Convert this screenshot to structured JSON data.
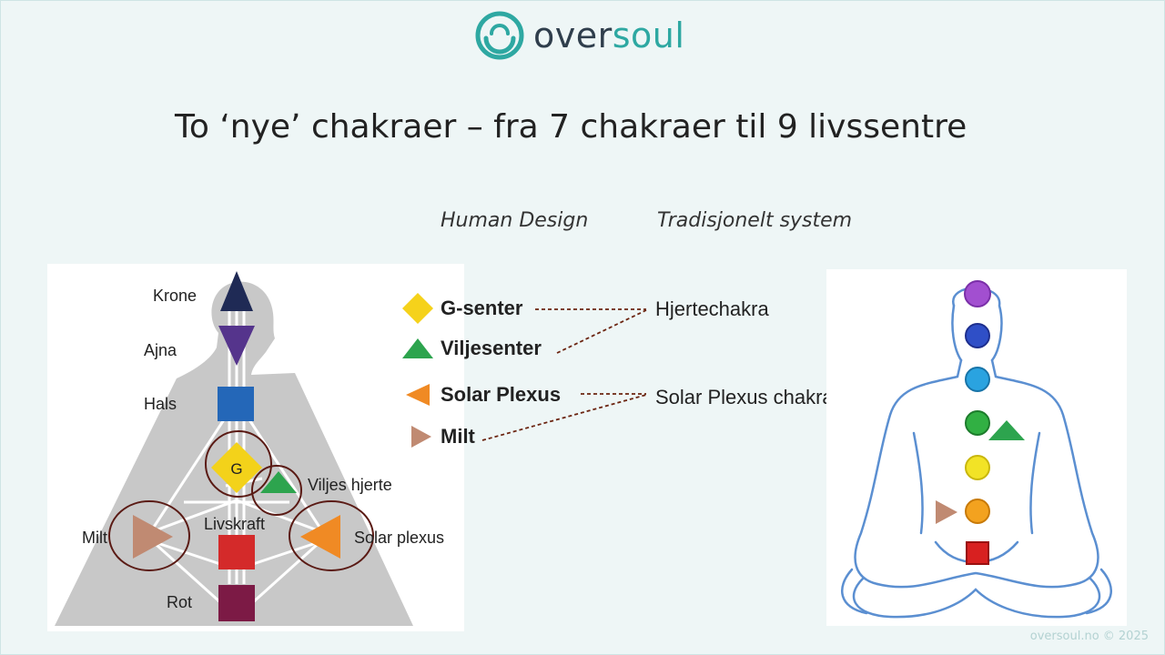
{
  "logo": {
    "part1": "over",
    "part2": "soul"
  },
  "title": "To ‘nye’ chakraer – fra 7 chakraer til 9 livssentre",
  "columns": {
    "left": "Human Design",
    "right": "Tradisjonelt system"
  },
  "bodygraph": {
    "labels": {
      "krone": "Krone",
      "ajna": "Ajna",
      "hals": "Hals",
      "g": "G",
      "viljes": "Viljes hjerte",
      "livskraft": "Livskraft",
      "milt": "Milt",
      "solar": "Solar plexus",
      "rot": "Rot"
    }
  },
  "legend": [
    {
      "label": "G-senter",
      "icon": "yellow-diamond",
      "color": "#f5d21b"
    },
    {
      "label": "Viljesenter",
      "icon": "green-triangle-up",
      "color": "#2da44e"
    },
    {
      "label": "Solar Plexus",
      "icon": "orange-triangle-left",
      "color": "#f08a24"
    },
    {
      "label": "Milt",
      "icon": "tan-triangle-right",
      "color": "#c08a72"
    }
  ],
  "traditional": [
    "Hjertechakra",
    "Solar Plexus chakra"
  ],
  "colors": {
    "krone": "#1f2a55",
    "ajna": "#55348c",
    "hals": "#2467b8",
    "g": "#f3d21a",
    "viljes": "#2da44e",
    "livskraft": "#d42a2a",
    "milt": "#c08a72",
    "solar": "#f08a24",
    "rot": "#7c1a45",
    "circle": "#5a1a14",
    "connector": "#6b2410",
    "body": "#5b8fd1"
  },
  "footer": "oversoul.no © 2025"
}
